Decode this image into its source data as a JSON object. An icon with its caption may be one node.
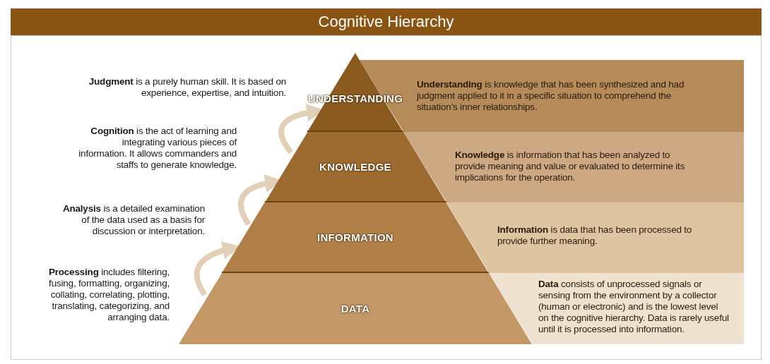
{
  "diagram": {
    "title": "Cognitive Hierarchy",
    "nodes": [
      {
        "text": [
          "UNDERSTANDING"
        ]
      },
      {
        "text": [
          "KNOWLEDGE"
        ]
      },
      {
        "text": [
          "INFORMATION"
        ]
      },
      {
        "text": [
          "DATA"
        ]
      },
      {
        "text": [
          "**Judgment** is a purely human skill. It is based on experience, expertise, and intuition."
        ]
      },
      {
        "text": [
          "**Cognition** is the act of learning and integrating various pieces of information. It allows commanders and staffs to generate knowledge."
        ]
      },
      {
        "text": [
          "**Analysis** is a detailed examination of the data used as a basis for discussion or interpretation."
        ]
      },
      {
        "text": [
          "**Processing** includes filtering, fusing, formatting, organizing, collating, correlating, plotting, translating, categorizing, and arranging data."
        ]
      },
      {
        "text": [
          "**Understanding** is knowledge that has been synthesized and had judgment applied to it in a specific situation to comprehend the situation’s inner relationships."
        ]
      },
      {
        "text": [
          "**Knowledge** is information that has been analyzed to provide meaning and value or evaluated to determine its implications for the operation."
        ]
      },
      {
        "text": [
          "**Information** is data that has been processed to provide further meaning."
        ]
      },
      {
        "text": [
          "**Data** consists of unprocessed signals or sensing from the environment by a collector (human or electronic) and is the lowest level on the cognitive hierarchy. Data is rarely useful until it is processed into information."
        ]
      }
    ],
    "edges": [
      {
        "from": 3,
        "to": 2,
        "arrow": "to"
      },
      {
        "from": 2,
        "to": 1,
        "arrow": "to"
      },
      {
        "from": 1,
        "to": 0,
        "arrow": "to"
      }
    ]
  }
}
